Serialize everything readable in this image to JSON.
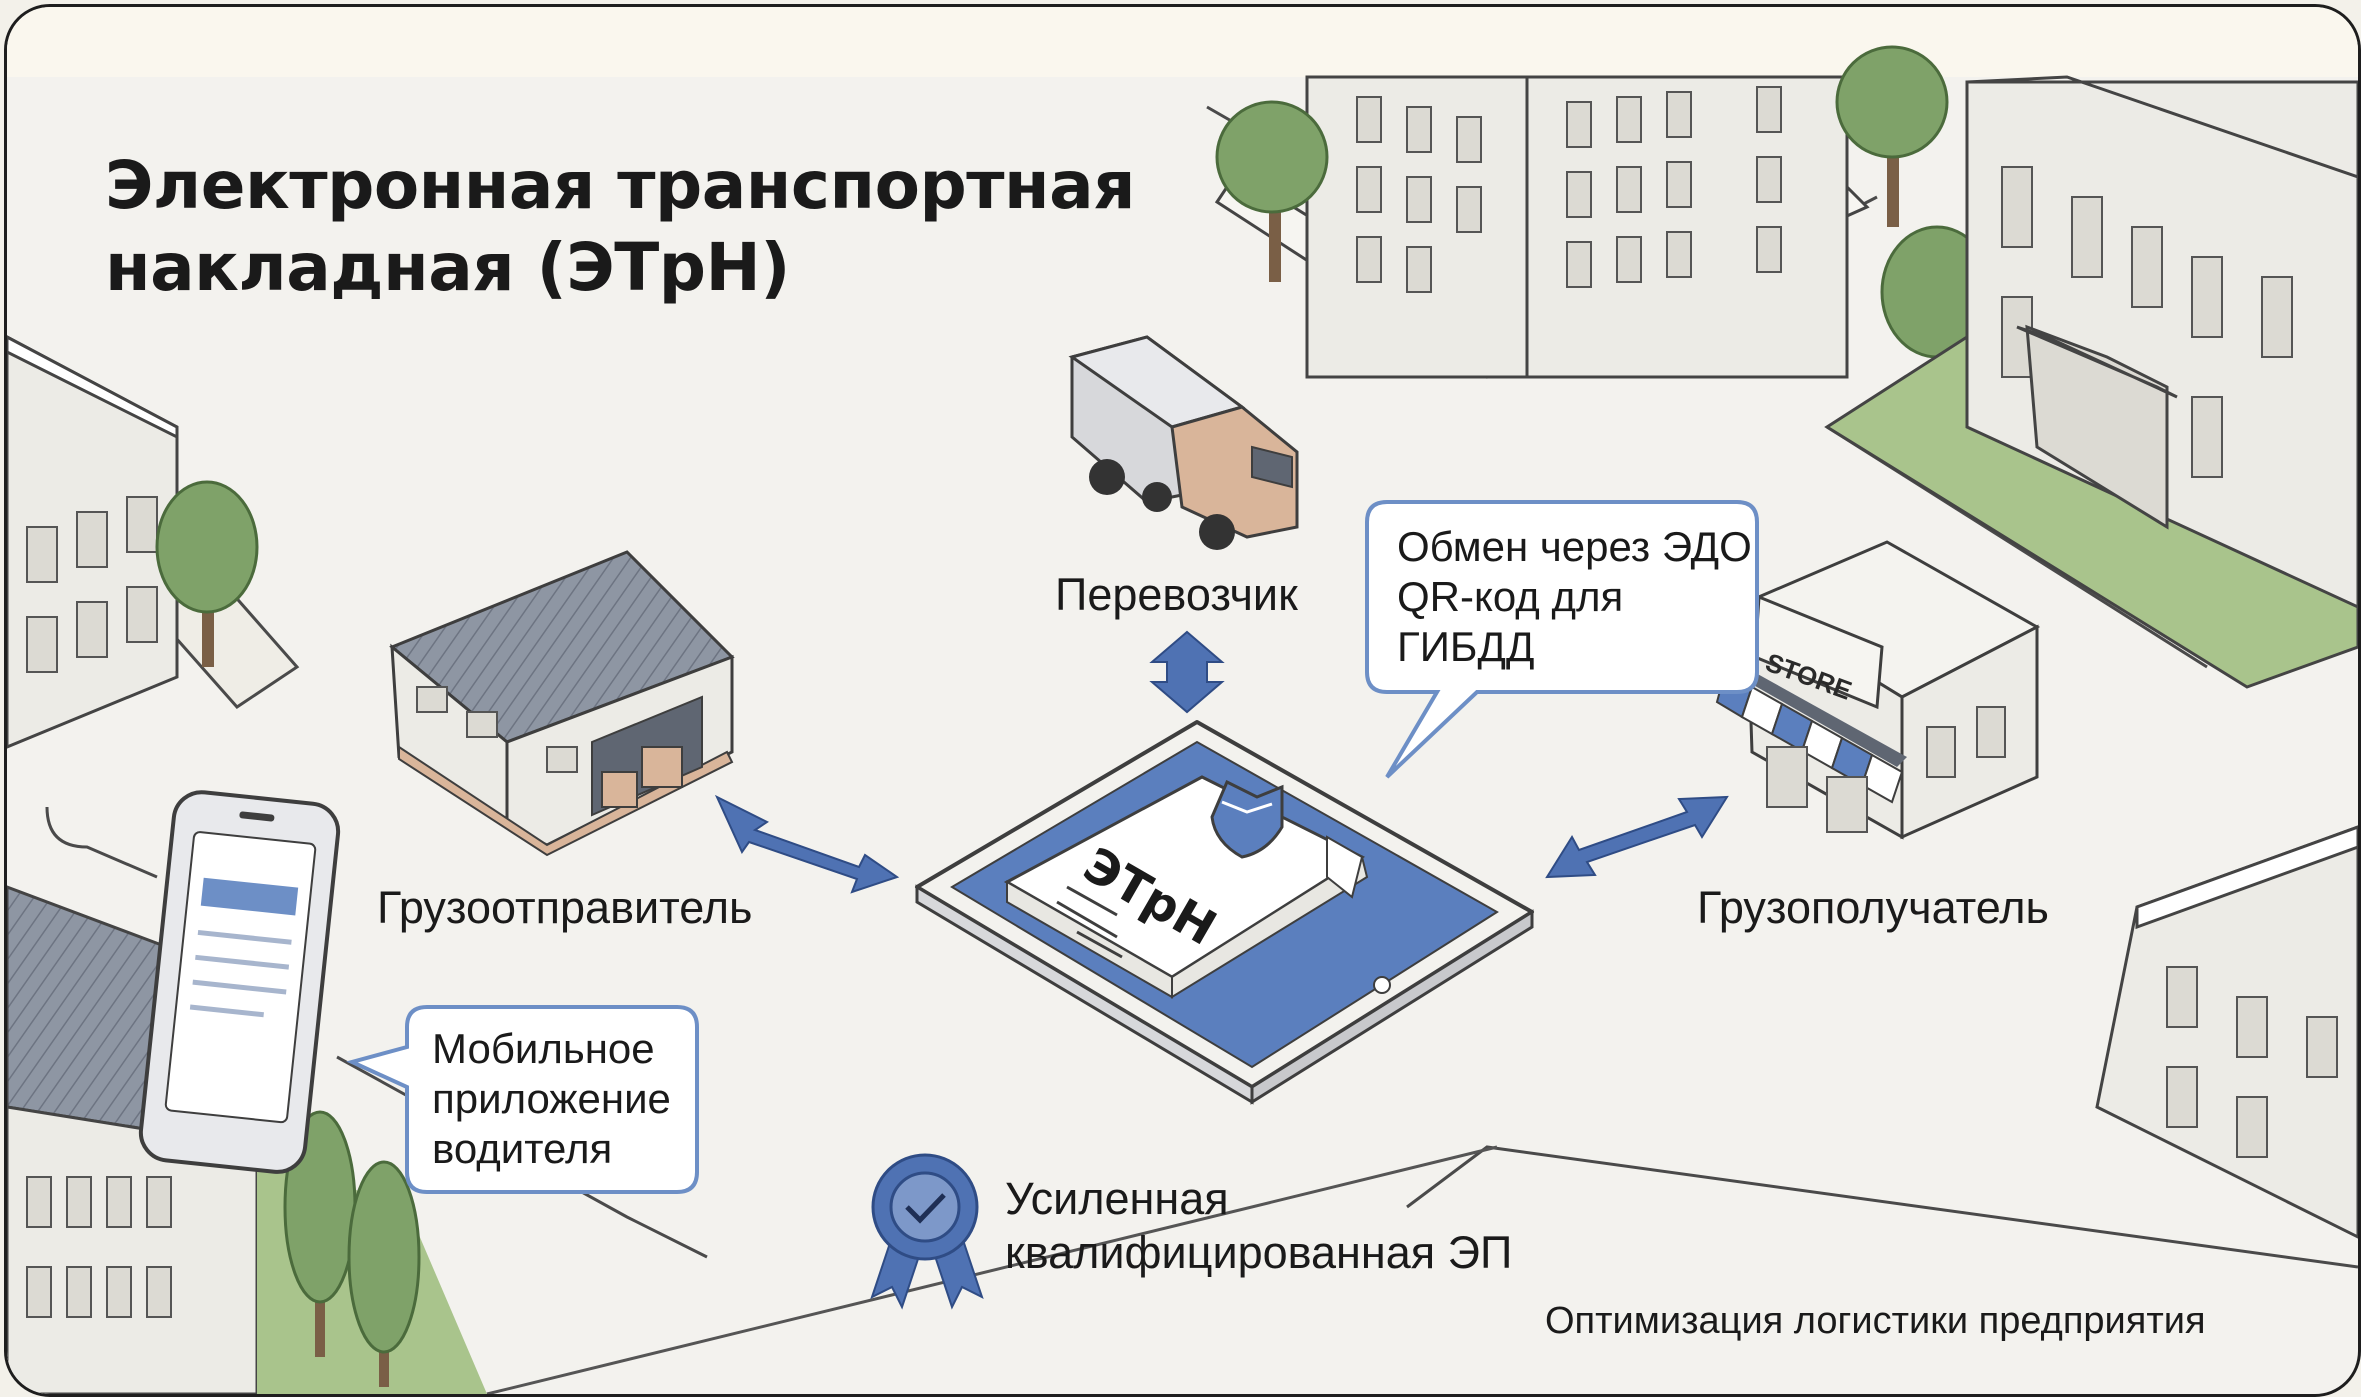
{
  "title": {
    "line1": "Электронная транспортная",
    "line2": "накладная (ЭТрН)"
  },
  "document": {
    "label": "ЭТрН"
  },
  "carrier": {
    "label": "Перевозчик"
  },
  "shipper": {
    "label": "Грузоотправитель"
  },
  "consignee": {
    "label": "Грузополучатель"
  },
  "store": {
    "sign": "STORE"
  },
  "edo_bubble": {
    "line1": "Обмен через ЭДО",
    "line2": "QR-код для",
    "line3": "ГИБДД"
  },
  "mobile_bubble": {
    "line1": "Мобильное",
    "line2": "приложение",
    "line3": "водителя"
  },
  "signature": {
    "line1": "Усиленная",
    "line2": "квалифицированная ЭП"
  },
  "footer": {
    "text": "Оптимизация логистики предприятия"
  },
  "colors": {
    "accent_blue": "#5b7fbe",
    "arrow_blue": "#4f72b3",
    "bubble_border": "#6d8fc6",
    "tree_green": "#7fa269",
    "grass_green": "#a9c48c",
    "building_wall": "#ecebe6",
    "roof_gray": "#8e96a3",
    "truck_cab": "#d9b59a"
  }
}
